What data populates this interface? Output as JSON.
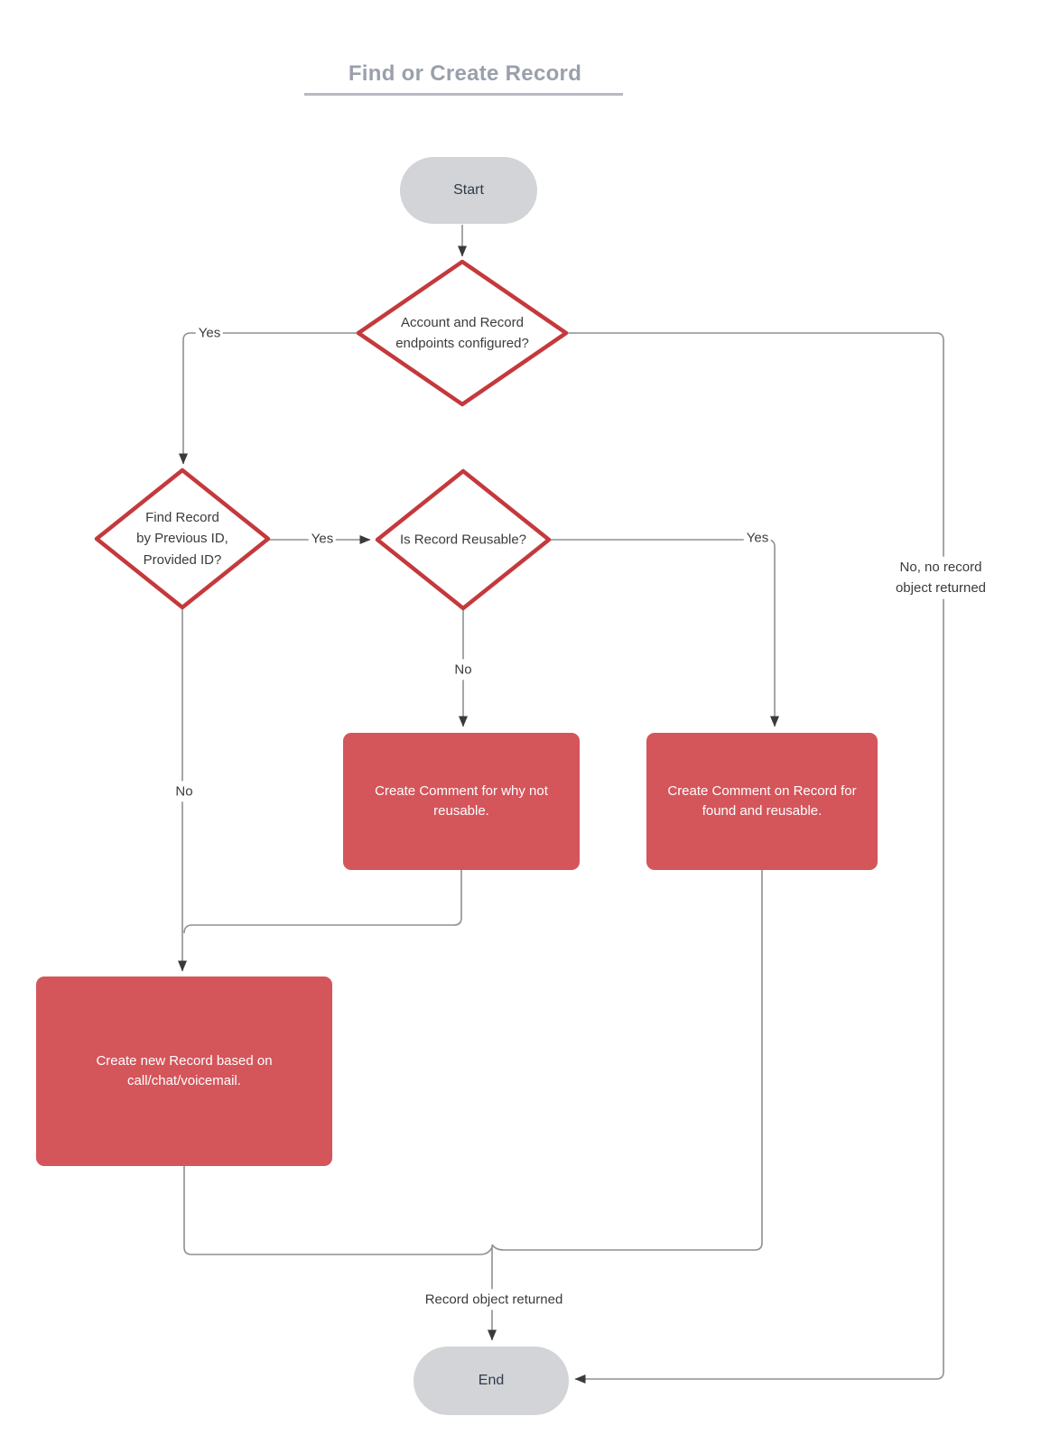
{
  "title": {
    "text": "Find or Create Record"
  },
  "colors": {
    "node-red": "#d4555a",
    "diamond-border": "#c4393c",
    "pill-gray": "#d2d4d7",
    "pill-text": "#2e3b4b",
    "line": "#8f8f8f",
    "arrow": "#3a3a3a",
    "label-text": "#3b3b3b",
    "title-text": "#9aa0ab",
    "title-underline": "#b7bac1"
  },
  "nodes": {
    "start": {
      "type": "terminator",
      "label": "Start"
    },
    "configured": {
      "type": "decision",
      "label": "Account and Record\nendpoints configured?"
    },
    "find_record": {
      "type": "decision",
      "label": "Find Record\nby Previous ID,\nProvided ID?"
    },
    "reusable": {
      "type": "decision",
      "label": "Is Record Reusable?"
    },
    "comment_not_reusable": {
      "type": "process",
      "label": "Create Comment for why not\nreusable."
    },
    "comment_found_reusable": {
      "type": "process",
      "label": "Create Comment on Record for\nfound and reusable."
    },
    "create_new_record": {
      "type": "process",
      "label": "Create new Record based on\ncall/chat/voicemail."
    },
    "end": {
      "type": "terminator",
      "label": "End"
    }
  },
  "edge_labels": {
    "yes_configured": "Yes",
    "yes_found": "Yes",
    "yes_reusable": "Yes",
    "no_reusable": "No",
    "no_found": "No",
    "no_configured": "No, no record\nobject returned",
    "record_returned": "Record object returned"
  }
}
